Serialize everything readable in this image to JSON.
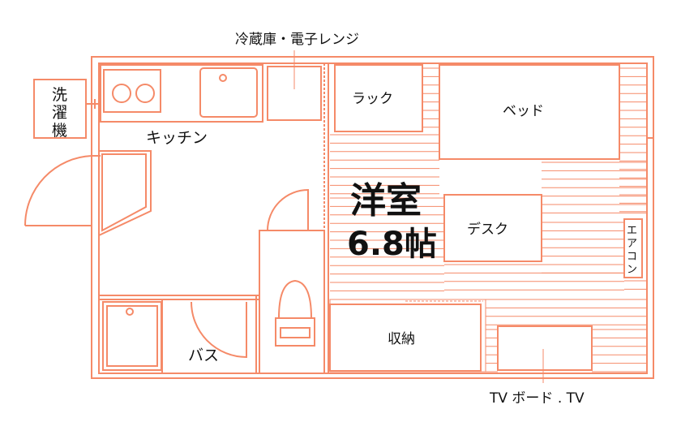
{
  "colors": {
    "wall": "#F58A68",
    "floor_line": "#F58A68",
    "text": "#111111",
    "background": "#FFFFFF"
  },
  "labels": {
    "fridge_microwave": "冷蔵庫・電子レンジ",
    "washer": [
      "洗",
      "濯",
      "機"
    ],
    "kitchen": "キッチン",
    "rack": "ラック",
    "bed": "ベッド",
    "room_name": "洋室",
    "room_size": "6.8帖",
    "desk": "デスク",
    "aircon": [
      "エ",
      "ア",
      "コ",
      "ン"
    ],
    "storage": "収納",
    "bath": "バス",
    "tv_board": "TV ボード . TV"
  }
}
